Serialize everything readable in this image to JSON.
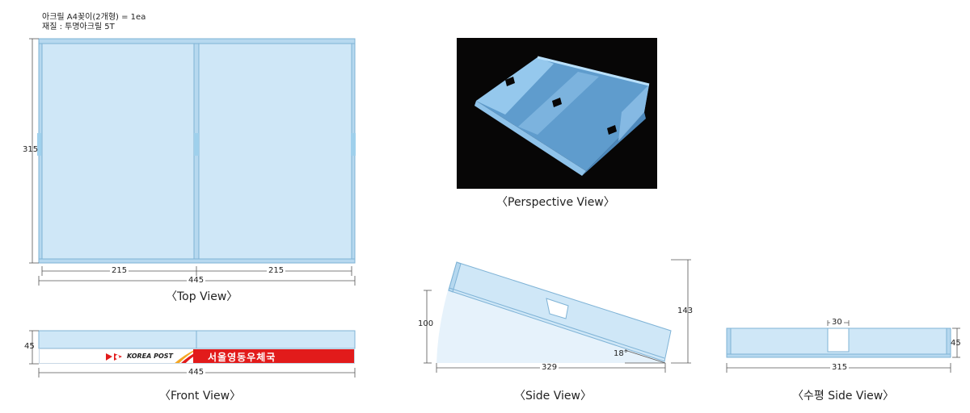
{
  "spec": {
    "line1": "아크릴 A4꽂이(2개형) = 1ea",
    "line2": "재질 : 투명아크릴 5T"
  },
  "captions": {
    "top": "〈Top View〉",
    "front": "〈Front View〉",
    "perspective": "〈Perspective View〉",
    "side": "〈Side View〉",
    "horizontal_side": "〈수평 Side View〉"
  },
  "top_view": {
    "height": "315",
    "left_width": "215",
    "right_width": "215",
    "total_width": "445"
  },
  "front_view": {
    "height": "45",
    "total_width": "445",
    "banner_logo": "KOREA POST",
    "banner_text": "서울영동우체국"
  },
  "side_view": {
    "left_height": "100",
    "right_height": "143",
    "angle": "18°",
    "width": "329"
  },
  "horizontal_side_view": {
    "slot_width": "30",
    "height": "45",
    "width": "315"
  },
  "colors": {
    "acrylic": "#cfe7f7",
    "acrylic_edge": "#7fb3d6",
    "banner_red": "#e21b1b"
  }
}
